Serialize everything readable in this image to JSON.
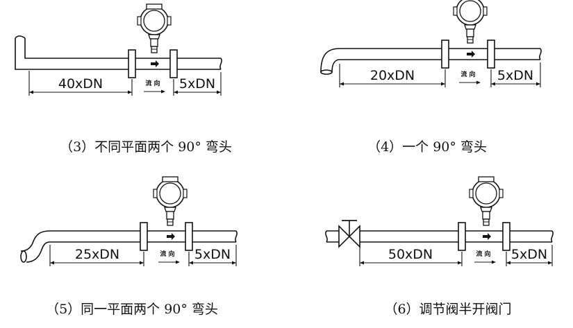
{
  "panels": [
    {
      "id": "3",
      "caption": "（3）不同平面两个 90° 弯头",
      "upstream": "40xDN",
      "downstream": "5xDN",
      "flow": "流 向"
    },
    {
      "id": "4",
      "caption": "（4）一个 90° 弯头",
      "upstream": "20xDN",
      "downstream": "5xDN",
      "flow": "流 向"
    },
    {
      "id": "5",
      "caption": "（5）同一平面两个 90° 弯头",
      "upstream": "25xDN",
      "downstream": "5xDN",
      "flow": "流 向"
    },
    {
      "id": "6",
      "caption": "（6）调节阀半开阀门",
      "upstream": "50xDN",
      "downstream": "5xDN",
      "flow": "流 向"
    }
  ]
}
